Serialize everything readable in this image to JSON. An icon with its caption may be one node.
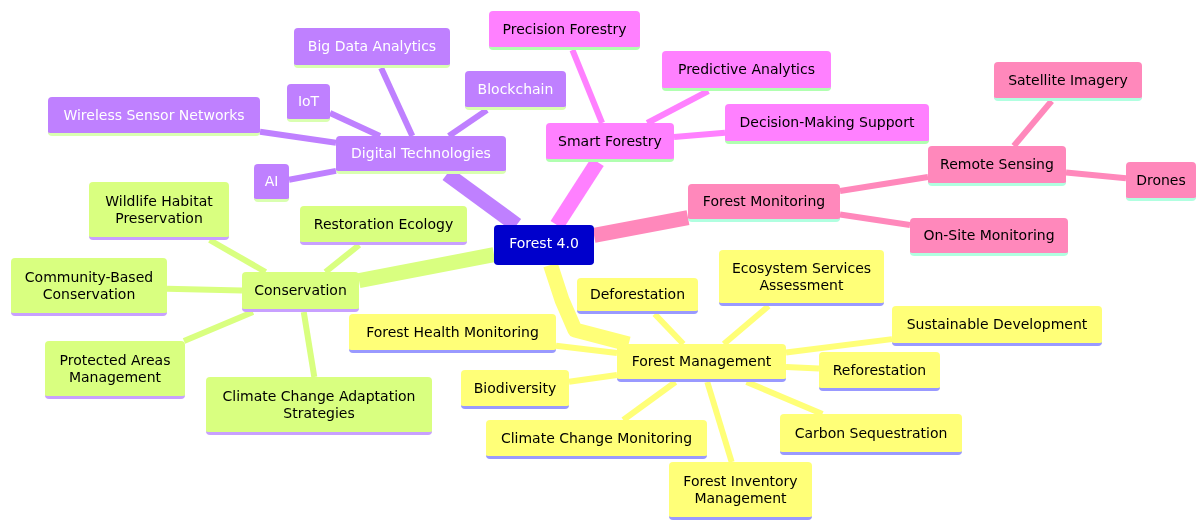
{
  "diagram": {
    "nodes": [
      {
        "text": [
          "Forest 4.0"
        ]
      },
      {
        "text": [
          "Digital Technologies"
        ]
      },
      {
        "text": [
          "Big Data Analytics"
        ]
      },
      {
        "text": [
          "IoT"
        ]
      },
      {
        "text": [
          "Blockchain"
        ]
      },
      {
        "text": [
          "Wireless Sensor Networks"
        ]
      },
      {
        "text": [
          "AI"
        ]
      },
      {
        "text": [
          "Smart Forestry"
        ]
      },
      {
        "text": [
          "Precision Forestry"
        ]
      },
      {
        "text": [
          "Predictive Analytics"
        ]
      },
      {
        "text": [
          "Decision-Making Support"
        ]
      },
      {
        "text": [
          "Forest Monitoring"
        ]
      },
      {
        "text": [
          "Remote Sensing"
        ]
      },
      {
        "text": [
          "Satellite Imagery"
        ]
      },
      {
        "text": [
          "Drones"
        ]
      },
      {
        "text": [
          "On-Site Monitoring"
        ]
      },
      {
        "text": [
          "Forest Management"
        ]
      },
      {
        "text": [
          "Deforestation"
        ]
      },
      {
        "text": [
          "Ecosystem Services Assessment"
        ]
      },
      {
        "text": [
          "Sustainable Development"
        ]
      },
      {
        "text": [
          "Reforestation"
        ]
      },
      {
        "text": [
          "Carbon Sequestration"
        ]
      },
      {
        "text": [
          "Forest Inventory Management"
        ]
      },
      {
        "text": [
          "Climate Change Monitoring"
        ]
      },
      {
        "text": [
          "Biodiversity"
        ]
      },
      {
        "text": [
          "Forest Health Monitoring"
        ]
      },
      {
        "text": [
          "Conservation"
        ]
      },
      {
        "text": [
          "Restoration Ecology"
        ]
      },
      {
        "text": [
          "Wildlife Habitat Preservation"
        ]
      },
      {
        "text": [
          "Community-Based Conservation"
        ]
      },
      {
        "text": [
          "Protected Areas Management"
        ]
      },
      {
        "text": [
          "Climate Change Adaptation Strategies"
        ]
      }
    ],
    "edges": [
      {
        "from": 0,
        "to": 1,
        "arrow": "none",
        "style": "thick",
        "color": "#bf80ff"
      },
      {
        "from": 1,
        "to": 2,
        "arrow": "none",
        "color": "#bf80ff"
      },
      {
        "from": 1,
        "to": 3,
        "arrow": "none",
        "color": "#bf80ff"
      },
      {
        "from": 1,
        "to": 4,
        "arrow": "none",
        "color": "#bf80ff"
      },
      {
        "from": 1,
        "to": 5,
        "arrow": "none",
        "color": "#bf80ff"
      },
      {
        "from": 1,
        "to": 6,
        "arrow": "none",
        "color": "#bf80ff"
      },
      {
        "from": 0,
        "to": 7,
        "arrow": "none",
        "style": "thick",
        "color": "#ff80ff"
      },
      {
        "from": 7,
        "to": 8,
        "arrow": "none",
        "color": "#ff80ff"
      },
      {
        "from": 7,
        "to": 9,
        "arrow": "none",
        "color": "#ff80ff"
      },
      {
        "from": 7,
        "to": 10,
        "arrow": "none",
        "color": "#ff80ff"
      },
      {
        "from": 0,
        "to": 11,
        "arrow": "none",
        "style": "thick",
        "color": "#ff88bb"
      },
      {
        "from": 11,
        "to": 12,
        "arrow": "none",
        "color": "#ff88bb"
      },
      {
        "from": 12,
        "to": 13,
        "arrow": "none",
        "color": "#ff88bb"
      },
      {
        "from": 12,
        "to": 14,
        "arrow": "none",
        "color": "#ff88bb"
      },
      {
        "from": 11,
        "to": 15,
        "arrow": "none",
        "color": "#ff88bb"
      },
      {
        "from": 0,
        "to": 16,
        "arrow": "none",
        "style": "thick",
        "color": "#ffff78"
      },
      {
        "from": 16,
        "to": 17,
        "arrow": "none",
        "color": "#ffff78"
      },
      {
        "from": 16,
        "to": 18,
        "arrow": "none",
        "color": "#ffff78"
      },
      {
        "from": 16,
        "to": 19,
        "arrow": "none",
        "color": "#ffff78"
      },
      {
        "from": 16,
        "to": 20,
        "arrow": "none",
        "color": "#ffff78"
      },
      {
        "from": 16,
        "to": 21,
        "arrow": "none",
        "color": "#ffff78"
      },
      {
        "from": 16,
        "to": 22,
        "arrow": "none",
        "color": "#ffff78"
      },
      {
        "from": 16,
        "to": 23,
        "arrow": "none",
        "color": "#ffff78"
      },
      {
        "from": 16,
        "to": 24,
        "arrow": "none",
        "color": "#ffff78"
      },
      {
        "from": 16,
        "to": 25,
        "arrow": "none",
        "color": "#ffff78"
      },
      {
        "from": 0,
        "to": 26,
        "arrow": "none",
        "style": "thick",
        "color": "#d9ff80"
      },
      {
        "from": 26,
        "to": 27,
        "arrow": "none",
        "color": "#d9ff80"
      },
      {
        "from": 26,
        "to": 28,
        "arrow": "none",
        "color": "#d9ff80"
      },
      {
        "from": 26,
        "to": 29,
        "arrow": "none",
        "color": "#d9ff80"
      },
      {
        "from": 26,
        "to": 30,
        "arrow": "none",
        "color": "#d9ff80"
      },
      {
        "from": 26,
        "to": 31,
        "arrow": "none",
        "color": "#d9ff80"
      }
    ]
  }
}
